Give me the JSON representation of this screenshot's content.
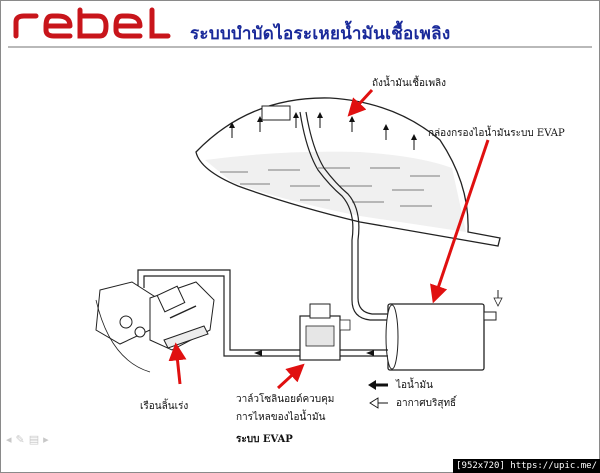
{
  "header": {
    "logo_text": "rebel",
    "title": "ระบบบำบัดไอระเหยน้ำมันเชื้อเพลิง"
  },
  "labels": {
    "fuel_tank": "ถังน้ำมันเชื้อเพลิง",
    "evap_canister": "กล่องกรองไอน้ำมันระบบ EVAP",
    "throttle_body": "เรือนลิ้นเร่ง",
    "solenoid_line1": "วาล์วโซลินอยด์ควบคุม",
    "solenoid_line2": "การไหลของไอน้ำมัน",
    "solenoid_line3": "ระบบ EVAP"
  },
  "legend": {
    "vapor": "ไอน้ำมัน",
    "fresh_air": "อากาศบริสุทธิ์"
  },
  "colors": {
    "title": "#1a2a9a",
    "logo_red": "#c8151b",
    "pointer_red": "#e01010"
  },
  "footer": {
    "watermark": "[952x720] https://upic.me/"
  }
}
